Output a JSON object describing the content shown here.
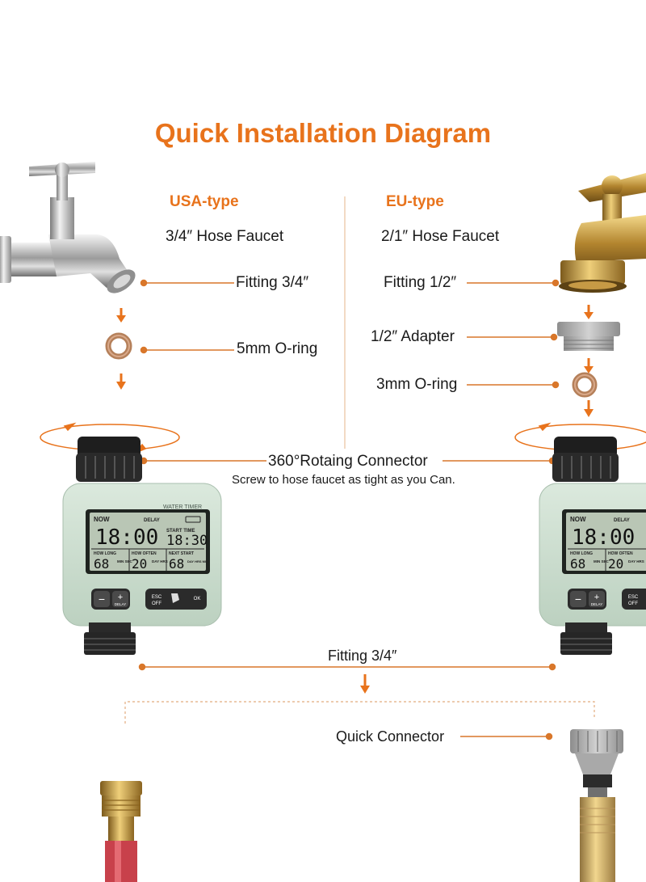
{
  "title": "Quick Installation Diagram",
  "usa": {
    "type_label": "USA-type",
    "faucet_label": "3/4″ Hose Faucet",
    "fitting_label": "Fitting 3/4″",
    "oring_label": "5mm O-ring"
  },
  "eu": {
    "type_label": "EU-type",
    "faucet_label": "2/1″ Hose Faucet",
    "fitting_label": "Fitting 1/2″",
    "adapter_label": "1/2″ Adapter",
    "oring_label": "3mm O-ring"
  },
  "connector": {
    "label": "360°Rotaing Connector",
    "note": "Screw to hose faucet as tight as you Can."
  },
  "bottom_fitting_label": "Fitting 3/4″",
  "quick_connector_label": "Quick Connector",
  "timer": {
    "brand": "WATER TIMER",
    "now": "NOW",
    "delay": "DELAY",
    "time": "18:00",
    "start_time_label": "START TIME",
    "start_time": "18:30",
    "how_long_label": "HOW LONG",
    "how_long": "68",
    "how_long_unit": "MIN SEC",
    "how_often_label": "HOW OFTEN",
    "how_often": "20",
    "how_often_unit": "DAY HRS",
    "next_start_label": "NEXT START",
    "next_start": "68",
    "next_start_unit": "DAY HRS MIN",
    "btn_minus": "−",
    "btn_plus": "+",
    "btn_plus_sub": "DELAY",
    "btn_esc": "ESC",
    "btn_esc_sub": "OFF",
    "btn_ok": "OK"
  },
  "colors": {
    "accent": "#e8731c",
    "leader": "#d9772a",
    "timer_body": "#cfe0d2",
    "lcd": "#b9c6b5",
    "knob": "#1e1e1e"
  }
}
